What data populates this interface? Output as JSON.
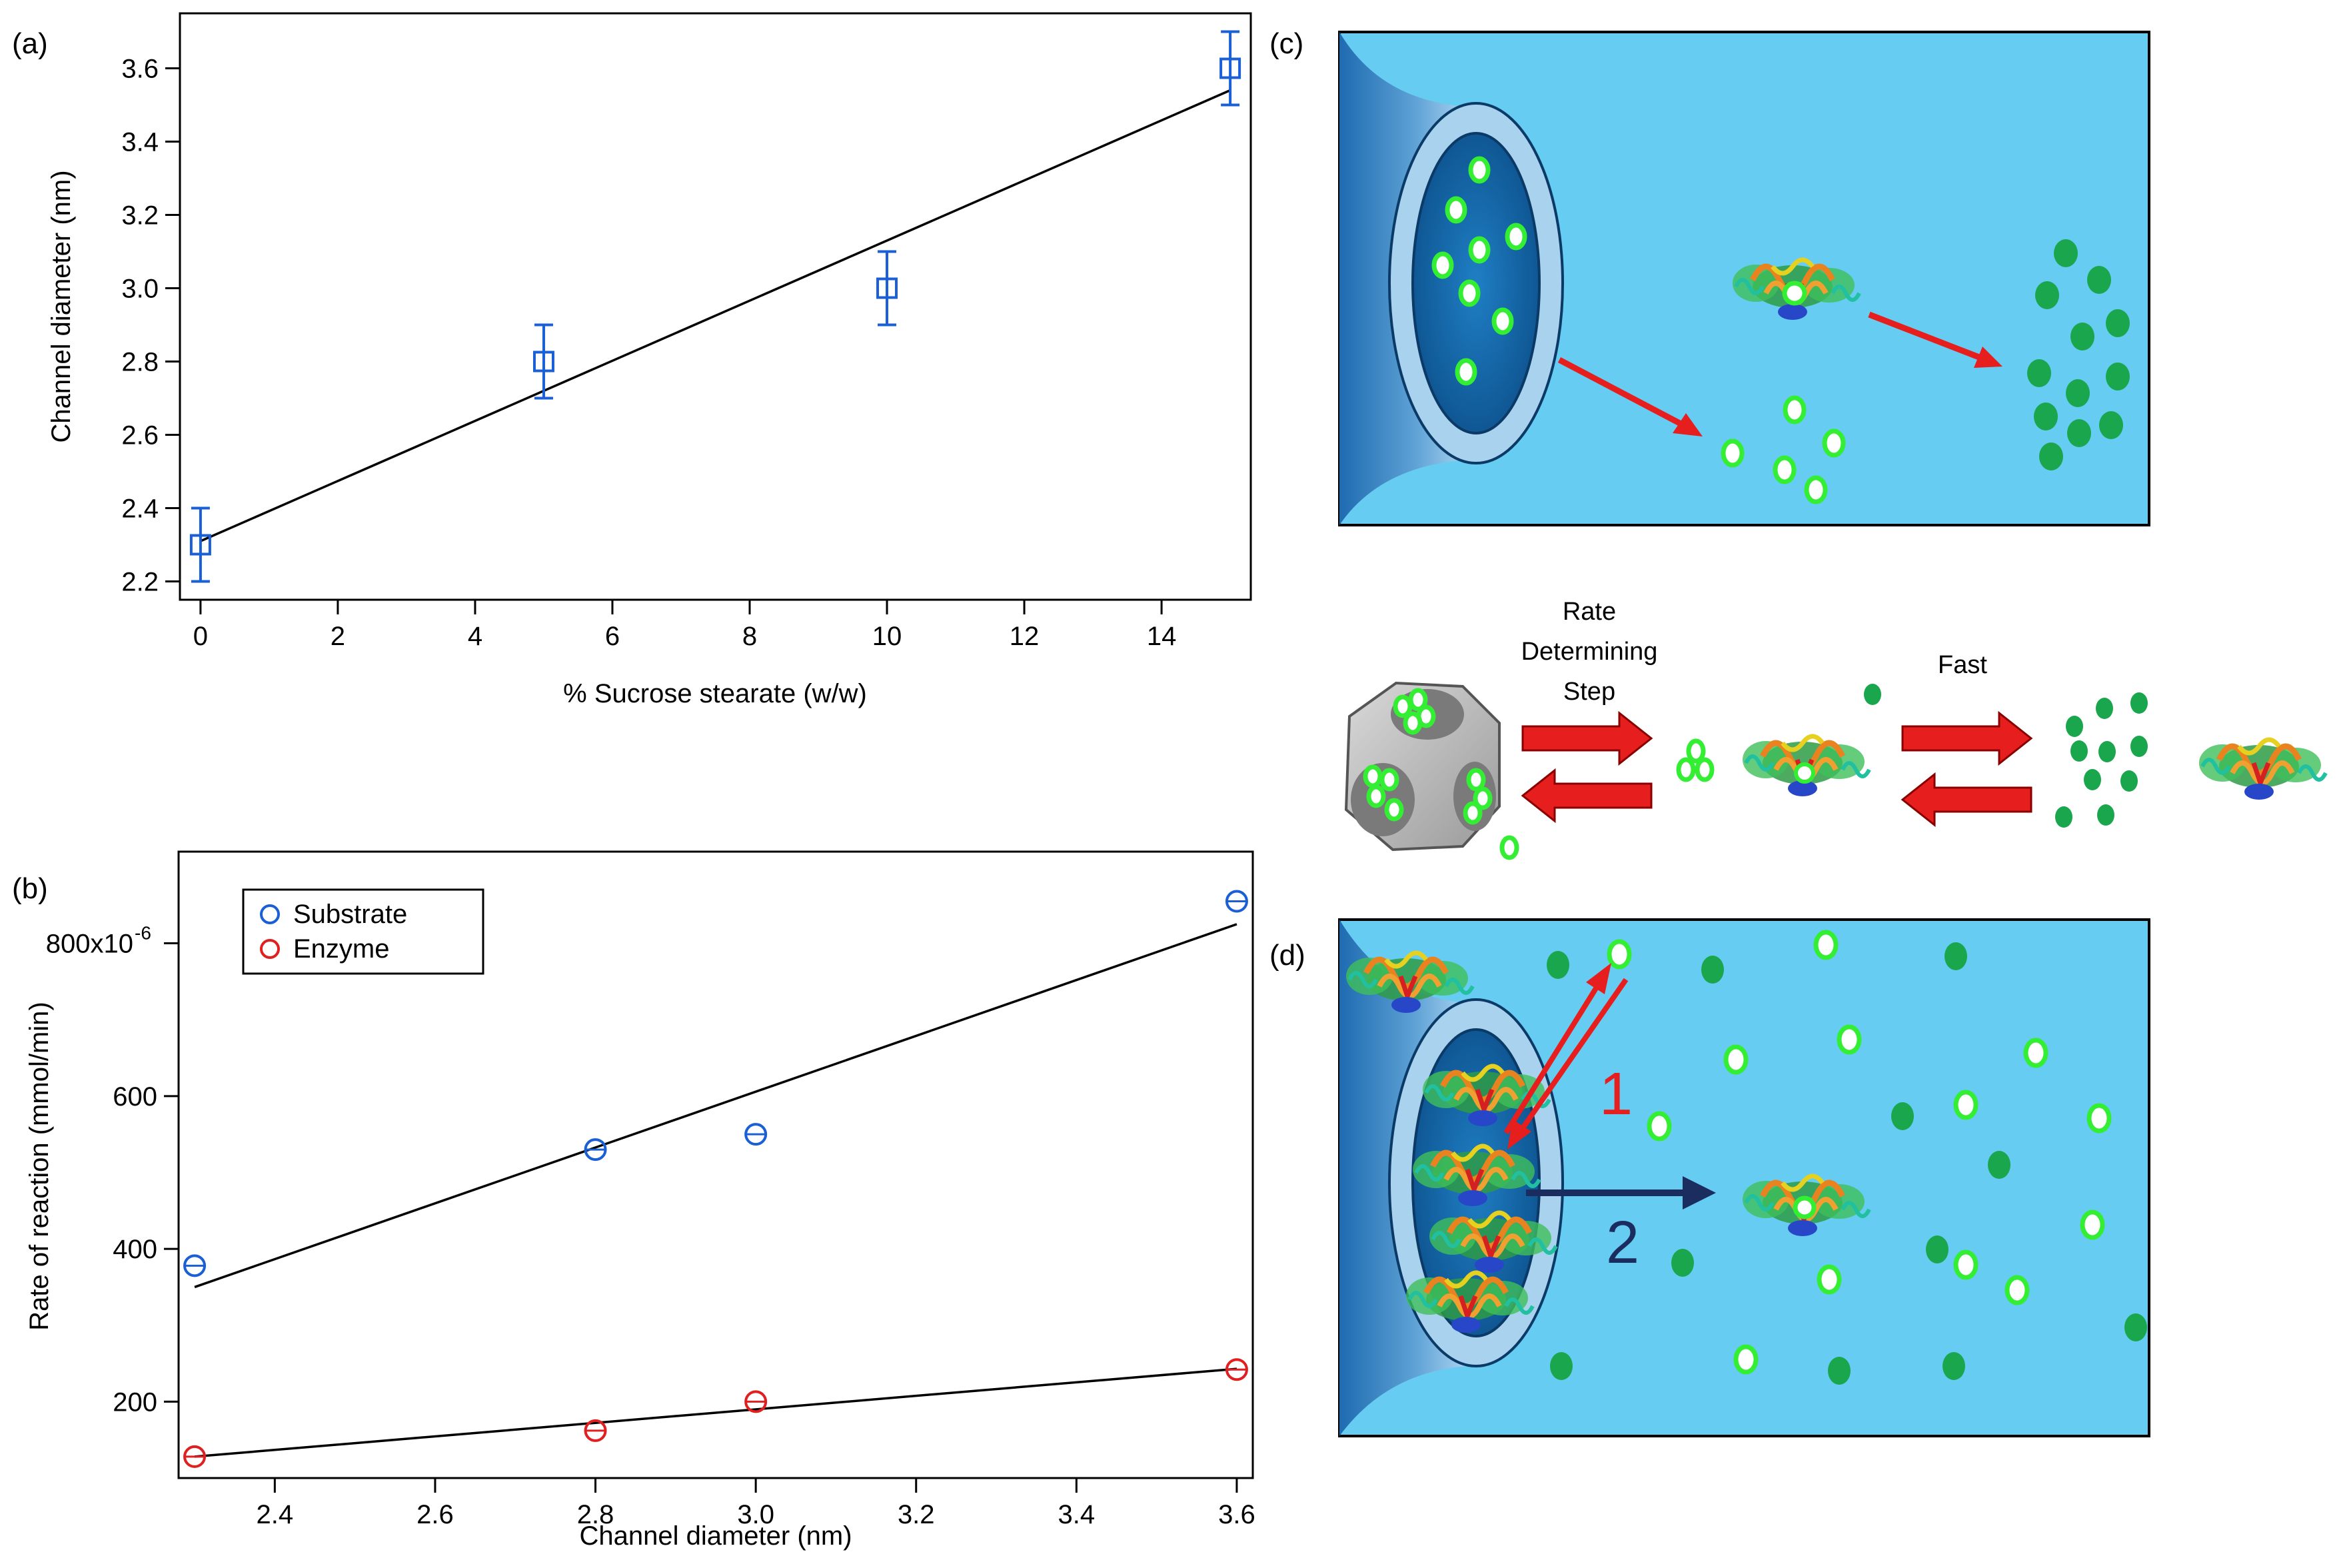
{
  "panels": {
    "a": "(a)",
    "b": "(b)",
    "c": "(c)",
    "d": "(d)"
  },
  "chart_data": [
    {
      "type": "scatter",
      "panel": "(a)",
      "xlabel": "% Sucrose stearate (w/w)",
      "ylabel": "Channel diameter (nm)",
      "xlim": [
        -0.3,
        15.3
      ],
      "ylim": [
        2.15,
        3.75
      ],
      "xticks": [
        0,
        2,
        4,
        6,
        8,
        10,
        12,
        14
      ],
      "yticks": [
        2.2,
        2.4,
        2.6,
        2.8,
        3.0,
        3.2,
        3.4,
        3.6
      ],
      "ytick_labels": [
        "2.2",
        "2.4",
        "2.6",
        "2.8",
        "3.0",
        "3.2",
        "3.4",
        "3.6"
      ],
      "series": [
        {
          "marker": "square",
          "color": "#1a5fd6",
          "x": [
            0,
            5,
            10,
            15
          ],
          "y": [
            2.3,
            2.8,
            3.0,
            3.6
          ],
          "yerr": [
            0.1,
            0.1,
            0.1,
            0.1
          ]
        }
      ],
      "fit_lines": [
        {
          "x": [
            0,
            15
          ],
          "y": [
            2.31,
            3.54
          ],
          "color": "#000000"
        }
      ],
      "grid": false
    },
    {
      "type": "scatter",
      "panel": "(b)",
      "xlabel": "Channel diameter (nm)",
      "ylabel": "Rate of reaction (mmol/min)",
      "xlim": [
        2.28,
        3.62
      ],
      "ylim": [
        100,
        920
      ],
      "xticks": [
        2.4,
        2.6,
        2.8,
        3.0,
        3.2,
        3.4,
        3.6
      ],
      "xtick_labels": [
        "2.4",
        "2.6",
        "2.8",
        "3.0",
        "3.2",
        "3.4",
        "3.6"
      ],
      "yticks": [
        200,
        400,
        600,
        800
      ],
      "ytick_labels": [
        "200",
        "400",
        "600",
        "800x10"
      ],
      "ytick_exponent": "-6",
      "series": [
        {
          "name": "Substrate",
          "marker": "circle",
          "color": "#1a5fd6",
          "x": [
            2.3,
            2.8,
            3.0,
            3.6
          ],
          "y": [
            378,
            530,
            550,
            855
          ]
        },
        {
          "name": "Enzyme",
          "marker": "circle",
          "color": "#e02020",
          "x": [
            2.3,
            2.8,
            3.0,
            3.6
          ],
          "y": [
            128,
            162,
            200,
            242
          ]
        }
      ],
      "fit_lines": [
        {
          "x": [
            2.3,
            3.6
          ],
          "y": [
            350,
            825
          ],
          "color": "#000000"
        },
        {
          "x": [
            2.3,
            3.6
          ],
          "y": [
            128,
            243
          ],
          "color": "#000000"
        }
      ],
      "legend": "top-left",
      "grid": false
    }
  ],
  "schematic_c": {
    "colors": {
      "medium": "#66ccf2",
      "substrate_fill": "#ffffff",
      "substrate_ring": "#33ee33",
      "product": "#1aa64d",
      "arrow": "#e61e1e"
    }
  },
  "scheme_middle": {
    "rds_line1": "Rate",
    "rds_line2": "Determining",
    "rds_line3": "Step",
    "fast_label": "Fast"
  },
  "schematic_d": {
    "path1_label": "1",
    "path2_label": "2",
    "colors": {
      "path1": "#e61e1e",
      "path2": "#1b2d5e"
    }
  }
}
